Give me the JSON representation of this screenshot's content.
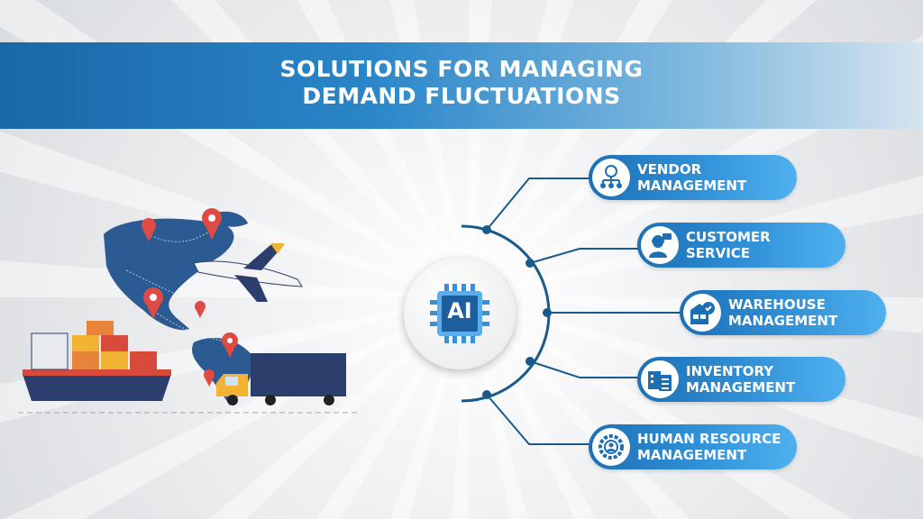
{
  "header": {
    "title_line1": "SOLUTIONS FOR MANAGING",
    "title_line2": "DEMAND FLUCTUATIONS"
  },
  "hub": {
    "label": "AI"
  },
  "solutions": [
    {
      "line1": "VENDOR",
      "line2": "MANAGEMENT",
      "icon": "vendor-network-icon"
    },
    {
      "line1": "CUSTOMER",
      "line2": "SERVICE",
      "icon": "customer-support-icon"
    },
    {
      "line1": "WAREHOUSE",
      "line2": "MANAGEMENT",
      "icon": "warehouse-icon"
    },
    {
      "line1": "INVENTORY",
      "line2": "MANAGEMENT",
      "icon": "inventory-clipboard-icon"
    },
    {
      "line1": "HUMAN RESOURCE",
      "line2": "MANAGEMENT",
      "icon": "hr-gear-icon"
    }
  ],
  "colors": {
    "primary": "#1d6fb4",
    "accent": "#4fb0ef",
    "line": "#1a5a8a",
    "pin": "#e04a45"
  }
}
